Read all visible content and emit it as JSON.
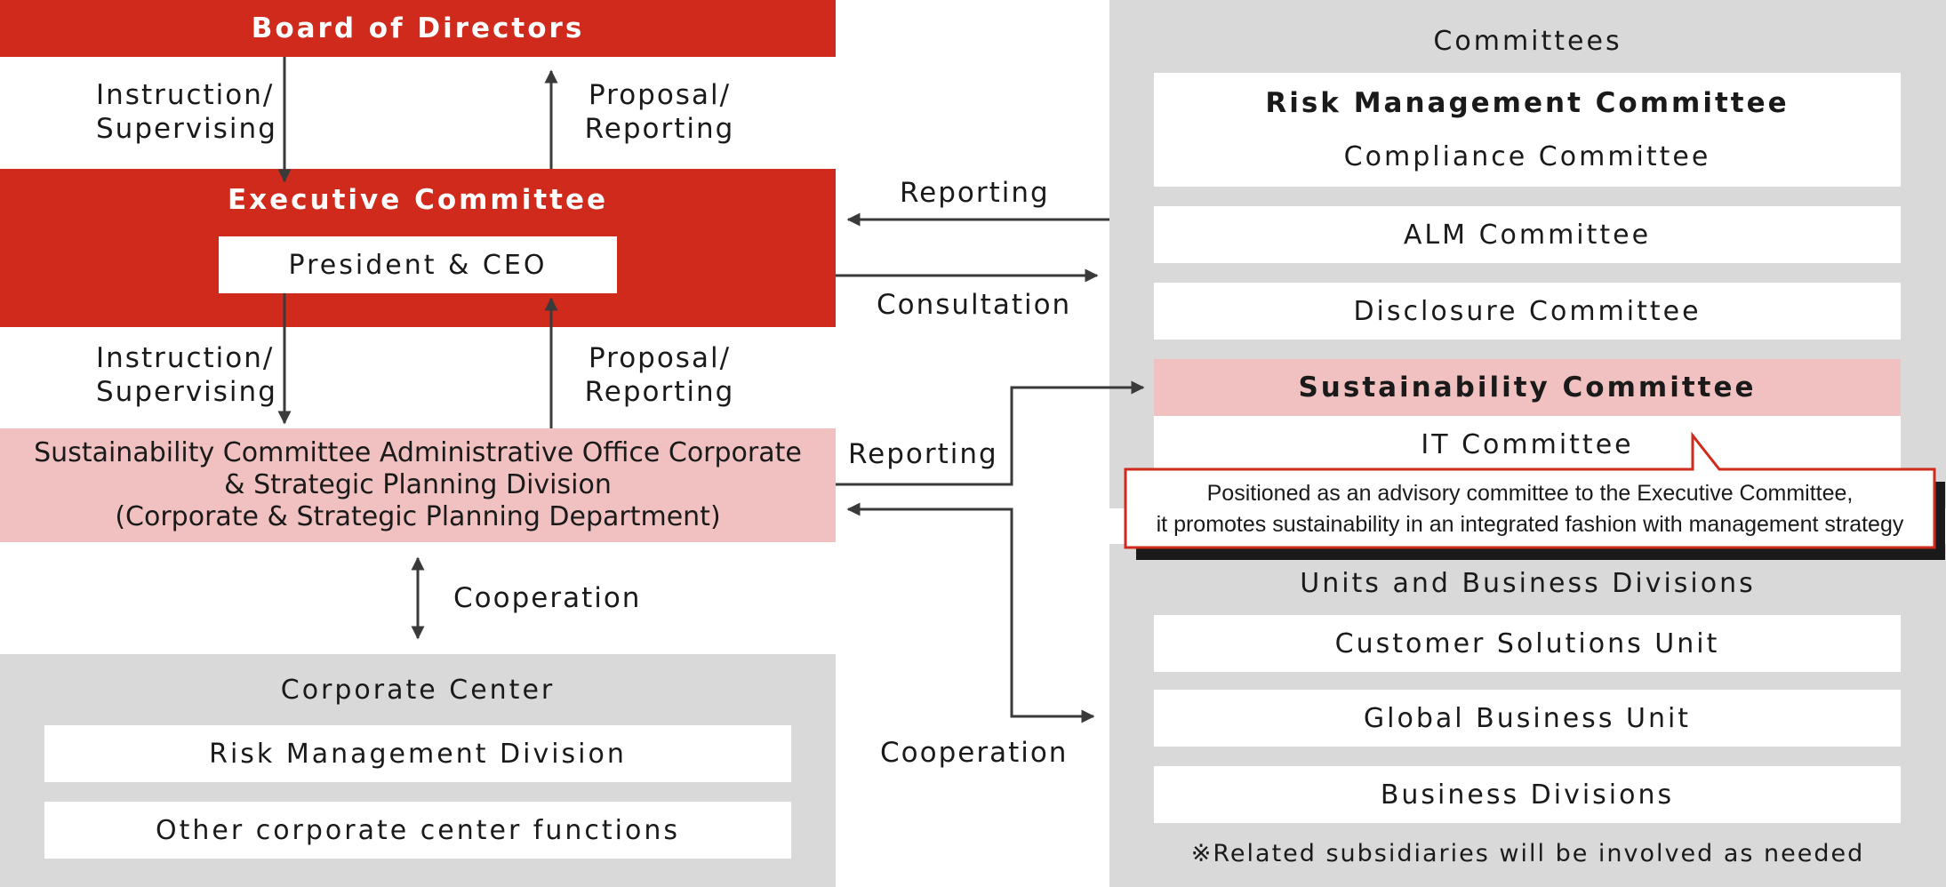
{
  "board": {
    "title": "Board of Directors"
  },
  "board_exec": {
    "left_label": "Instruction/\nSupervising",
    "right_label": "Proposal/\nReporting"
  },
  "executive": {
    "title": "Executive Committee",
    "ceo": "President & CEO"
  },
  "exec_office": {
    "left_label": "Instruction/\nSupervising",
    "right_label": "Proposal/\nReporting"
  },
  "office": {
    "text": "Sustainability Committee Administrative Office Corporate & Strategic Planning Division\n(Corporate & Strategic Planning Department)"
  },
  "office_center": {
    "label": "Cooperation"
  },
  "corporate_center": {
    "title": "Corporate Center",
    "items": [
      "Risk Management Division",
      "Other corporate center functions"
    ]
  },
  "middle": {
    "reporting_top": "Reporting",
    "consultation": "Consultation",
    "reporting_office": "Reporting",
    "cooperation": "Cooperation"
  },
  "committees": {
    "title": "Committees",
    "risk_title": "Risk Management Committee",
    "compliance": "Compliance Committee",
    "alm": "ALM Committee",
    "disclosure": "Disclosure Committee",
    "sustainability": "Sustainability Committee",
    "it": "IT Committee"
  },
  "callout": {
    "line1": "Positioned as an advisory committee to the Executive Committee,",
    "line2": "it promotes sustainability in an integrated fashion with management strategy"
  },
  "units": {
    "title": "Units and Business Divisions",
    "items": [
      "Customer Solutions Unit",
      "Global Business Unit",
      "Business Divisions"
    ],
    "note": "※Related subsidiaries will be involved as needed"
  },
  "colors": {
    "red": "#cf2a1c",
    "pink": "#f1c1c1",
    "gray": "#d9d9d9",
    "arrow": "#3a3a3a"
  }
}
